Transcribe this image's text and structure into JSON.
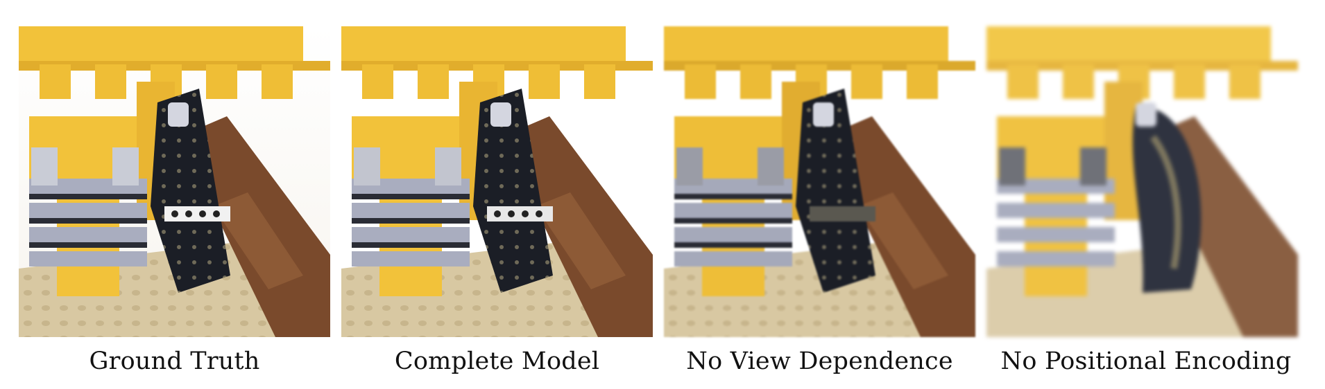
{
  "panels": [
    {
      "caption": "Ground Truth",
      "render_quality": "sharp"
    },
    {
      "caption": "Complete Model",
      "render_quality": "sharp"
    },
    {
      "caption": "No View Dependence",
      "render_quality": "slightly soft, missing specular highlights"
    },
    {
      "caption": "No Positional Encoding",
      "render_quality": "blurry"
    }
  ],
  "colors": {
    "lego_yellow": "#f2c23a",
    "lego_yellow_shadow": "#c99424",
    "track_dark": "#1b1e26",
    "gray_plate": "#a9adbf",
    "brown_brick": "#7a4a2c",
    "tan_base": "#d9c8a3"
  }
}
